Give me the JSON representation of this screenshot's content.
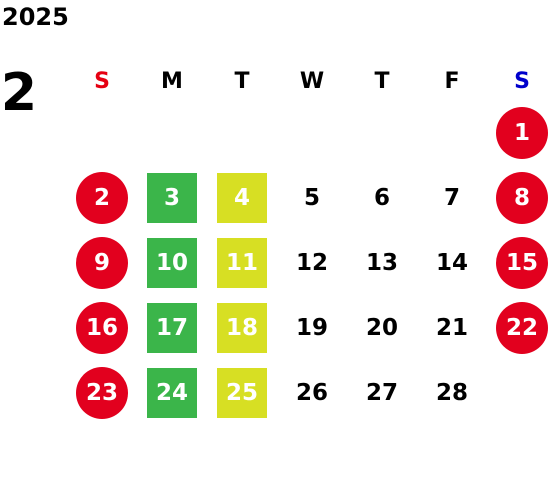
{
  "year": "2025",
  "month": "2",
  "colors": {
    "sunday_header": "#e60012",
    "saturday_header": "#0000cc",
    "holiday_circle": "#e2001e",
    "green_box": "#3bb54a",
    "lime_box": "#d7df23"
  },
  "weekdays": [
    {
      "label": "S",
      "color": "#e60012"
    },
    {
      "label": "M",
      "color": "#000000"
    },
    {
      "label": "T",
      "color": "#000000"
    },
    {
      "label": "W",
      "color": "#000000"
    },
    {
      "label": "T",
      "color": "#000000"
    },
    {
      "label": "F",
      "color": "#000000"
    },
    {
      "label": "S",
      "color": "#0000cc"
    }
  ],
  "weeks": [
    [
      {
        "day": "",
        "style": "none"
      },
      {
        "day": "",
        "style": "none"
      },
      {
        "day": "",
        "style": "none"
      },
      {
        "day": "",
        "style": "none"
      },
      {
        "day": "",
        "style": "none"
      },
      {
        "day": "",
        "style": "none"
      },
      {
        "day": "1",
        "style": "holiday"
      }
    ],
    [
      {
        "day": "2",
        "style": "holiday"
      },
      {
        "day": "3",
        "style": "green"
      },
      {
        "day": "4",
        "style": "lime"
      },
      {
        "day": "5",
        "style": "plain"
      },
      {
        "day": "6",
        "style": "plain"
      },
      {
        "day": "7",
        "style": "plain"
      },
      {
        "day": "8",
        "style": "holiday"
      }
    ],
    [
      {
        "day": "9",
        "style": "holiday"
      },
      {
        "day": "10",
        "style": "green"
      },
      {
        "day": "11",
        "style": "lime"
      },
      {
        "day": "12",
        "style": "plain"
      },
      {
        "day": "13",
        "style": "plain"
      },
      {
        "day": "14",
        "style": "plain"
      },
      {
        "day": "15",
        "style": "holiday"
      }
    ],
    [
      {
        "day": "16",
        "style": "holiday"
      },
      {
        "day": "17",
        "style": "green"
      },
      {
        "day": "18",
        "style": "lime"
      },
      {
        "day": "19",
        "style": "plain"
      },
      {
        "day": "20",
        "style": "plain"
      },
      {
        "day": "21",
        "style": "plain"
      },
      {
        "day": "22",
        "style": "holiday"
      }
    ],
    [
      {
        "day": "23",
        "style": "holiday"
      },
      {
        "day": "24",
        "style": "green"
      },
      {
        "day": "25",
        "style": "lime"
      },
      {
        "day": "26",
        "style": "plain"
      },
      {
        "day": "27",
        "style": "plain"
      },
      {
        "day": "28",
        "style": "plain"
      },
      {
        "day": "",
        "style": "none"
      }
    ]
  ]
}
